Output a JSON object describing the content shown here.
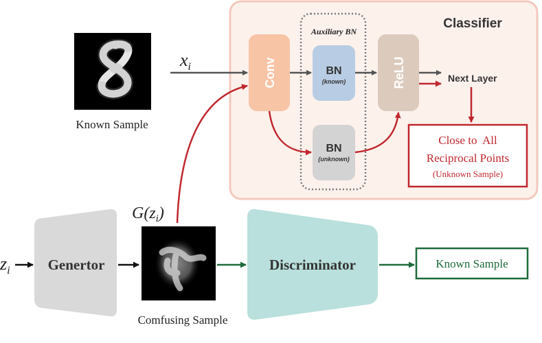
{
  "classifier": {
    "title": "Classifier"
  },
  "auxiliary_bn": {
    "label": "Auxiliary BN"
  },
  "conv": {
    "label": "Conv"
  },
  "bn_known": {
    "label": "BN",
    "sublabel": "(known)"
  },
  "bn_unknown": {
    "label": "BN",
    "sublabel": "(unknown)"
  },
  "relu": {
    "label": "ReLU"
  },
  "next_layer": {
    "label": "Next Layer"
  },
  "known_input": {
    "label": "Known Sample",
    "symbol_base": "x",
    "symbol_sub": "i"
  },
  "close_box": {
    "line1": "Close to  All",
    "line2": "Reciprocal Points",
    "line3": "(Unknown Sample)"
  },
  "generator": {
    "label": "Genertor",
    "input_base": "z",
    "input_sub": "i"
  },
  "confusing": {
    "label": "Comfusing Sample",
    "g_label": "G(",
    "g_z": "z",
    "g_sub": "i",
    "g_close": ")"
  },
  "discriminator": {
    "label": "Discriminator"
  },
  "known_output": {
    "label": "Known Sample"
  },
  "colors": {
    "classifier_border": "#f3c9bc",
    "classifier_fill": "#fdf1ec",
    "conv": "#f8c4a6",
    "bn_known": "#b8cde3",
    "bn_unknown": "#d3d3d3",
    "relu": "#dccbbd",
    "red": "#c0272d",
    "green": "#1d6a3a",
    "gray_arrow": "#555555",
    "generator": "#d9d9d9",
    "discriminator": "#b9e0dc"
  }
}
